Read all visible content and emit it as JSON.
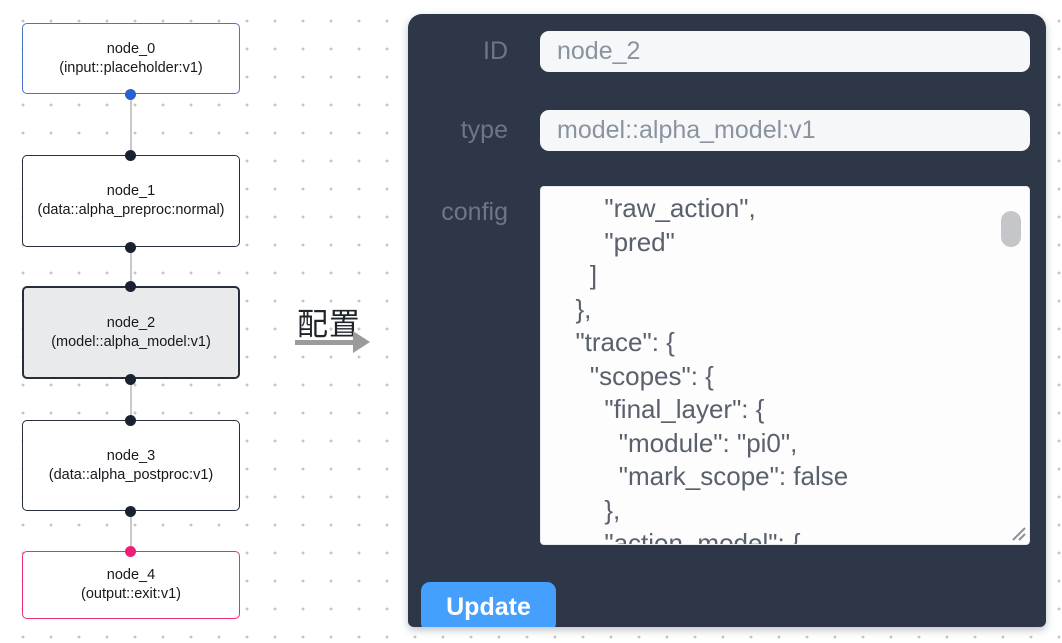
{
  "flow": {
    "nodes": [
      {
        "id": "node_0",
        "type_label": "(input::placeholder:v1)",
        "accent": "#4a74c9"
      },
      {
        "id": "node_1",
        "type_label": "(data::alpha_preproc:normal)",
        "accent": "#272e3b"
      },
      {
        "id": "node_2",
        "type_label": "(model::alpha_model:v1)",
        "accent": "#272e3b",
        "selected": true
      },
      {
        "id": "node_3",
        "type_label": "(data::alpha_postproc:v1)",
        "accent": "#272e3b"
      },
      {
        "id": "node_4",
        "type_label": "(output::exit:v1)",
        "accent": "#ec2e7a"
      }
    ]
  },
  "annotation": {
    "label": "配置"
  },
  "panel": {
    "fields": [
      {
        "label": "ID",
        "value": "node_2"
      },
      {
        "label": "type",
        "value": "model::alpha_model:v1"
      }
    ],
    "config_label": "config",
    "config_text": "      \"raw_action\",\n      \"pred\"\n    ]\n  },\n  \"trace\": {\n    \"scopes\": {\n      \"final_layer\": {\n        \"module\": \"pi0\",\n        \"mark_scope\": false\n      },\n      \"action_model\": {",
    "update_label": "Update"
  },
  "colors": {
    "panel_bg": "#2d3748",
    "update_button": "#459ffc",
    "input_node_accent": "#4a74c9",
    "output_node_accent": "#ec2e7a",
    "selected_node_bg": "#e9eaec"
  }
}
